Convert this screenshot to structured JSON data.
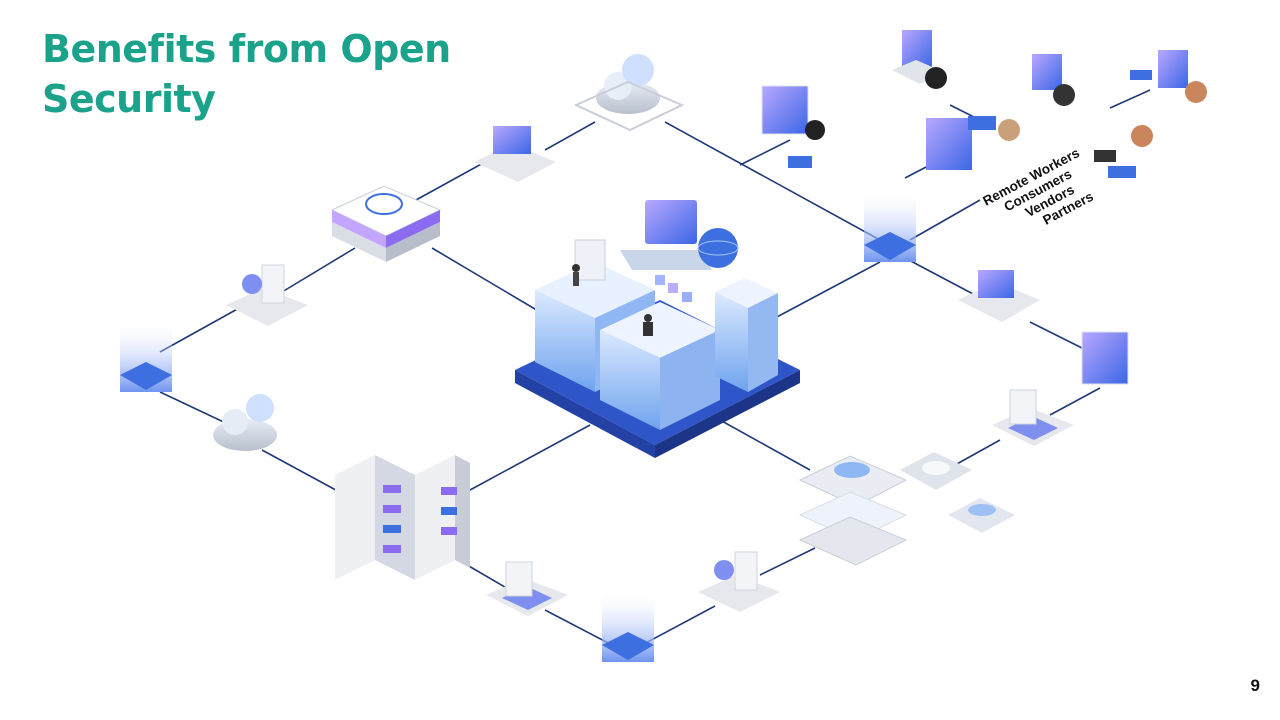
{
  "slide": {
    "title_line1": "Benefits from Open",
    "title_line2": "Security",
    "page_number": "9"
  },
  "audience": {
    "labels": [
      "Remote Workers",
      "Consumers",
      "Vendors",
      "Partners"
    ]
  },
  "colors": {
    "title": "#1aa38a",
    "accent_blue": "#2f5fd8",
    "accent_purple": "#8b6cf0",
    "line": "#1f3a78",
    "platform": "#2f56c9"
  },
  "icons": [
    "cloud-icon",
    "laptop-icon",
    "monitor-icon",
    "server-rack-icon",
    "firewall-icon",
    "document-search-icon",
    "data-tower-icon",
    "user-avatar-icon",
    "globe-icon",
    "tablet-icon",
    "phone-icon"
  ]
}
